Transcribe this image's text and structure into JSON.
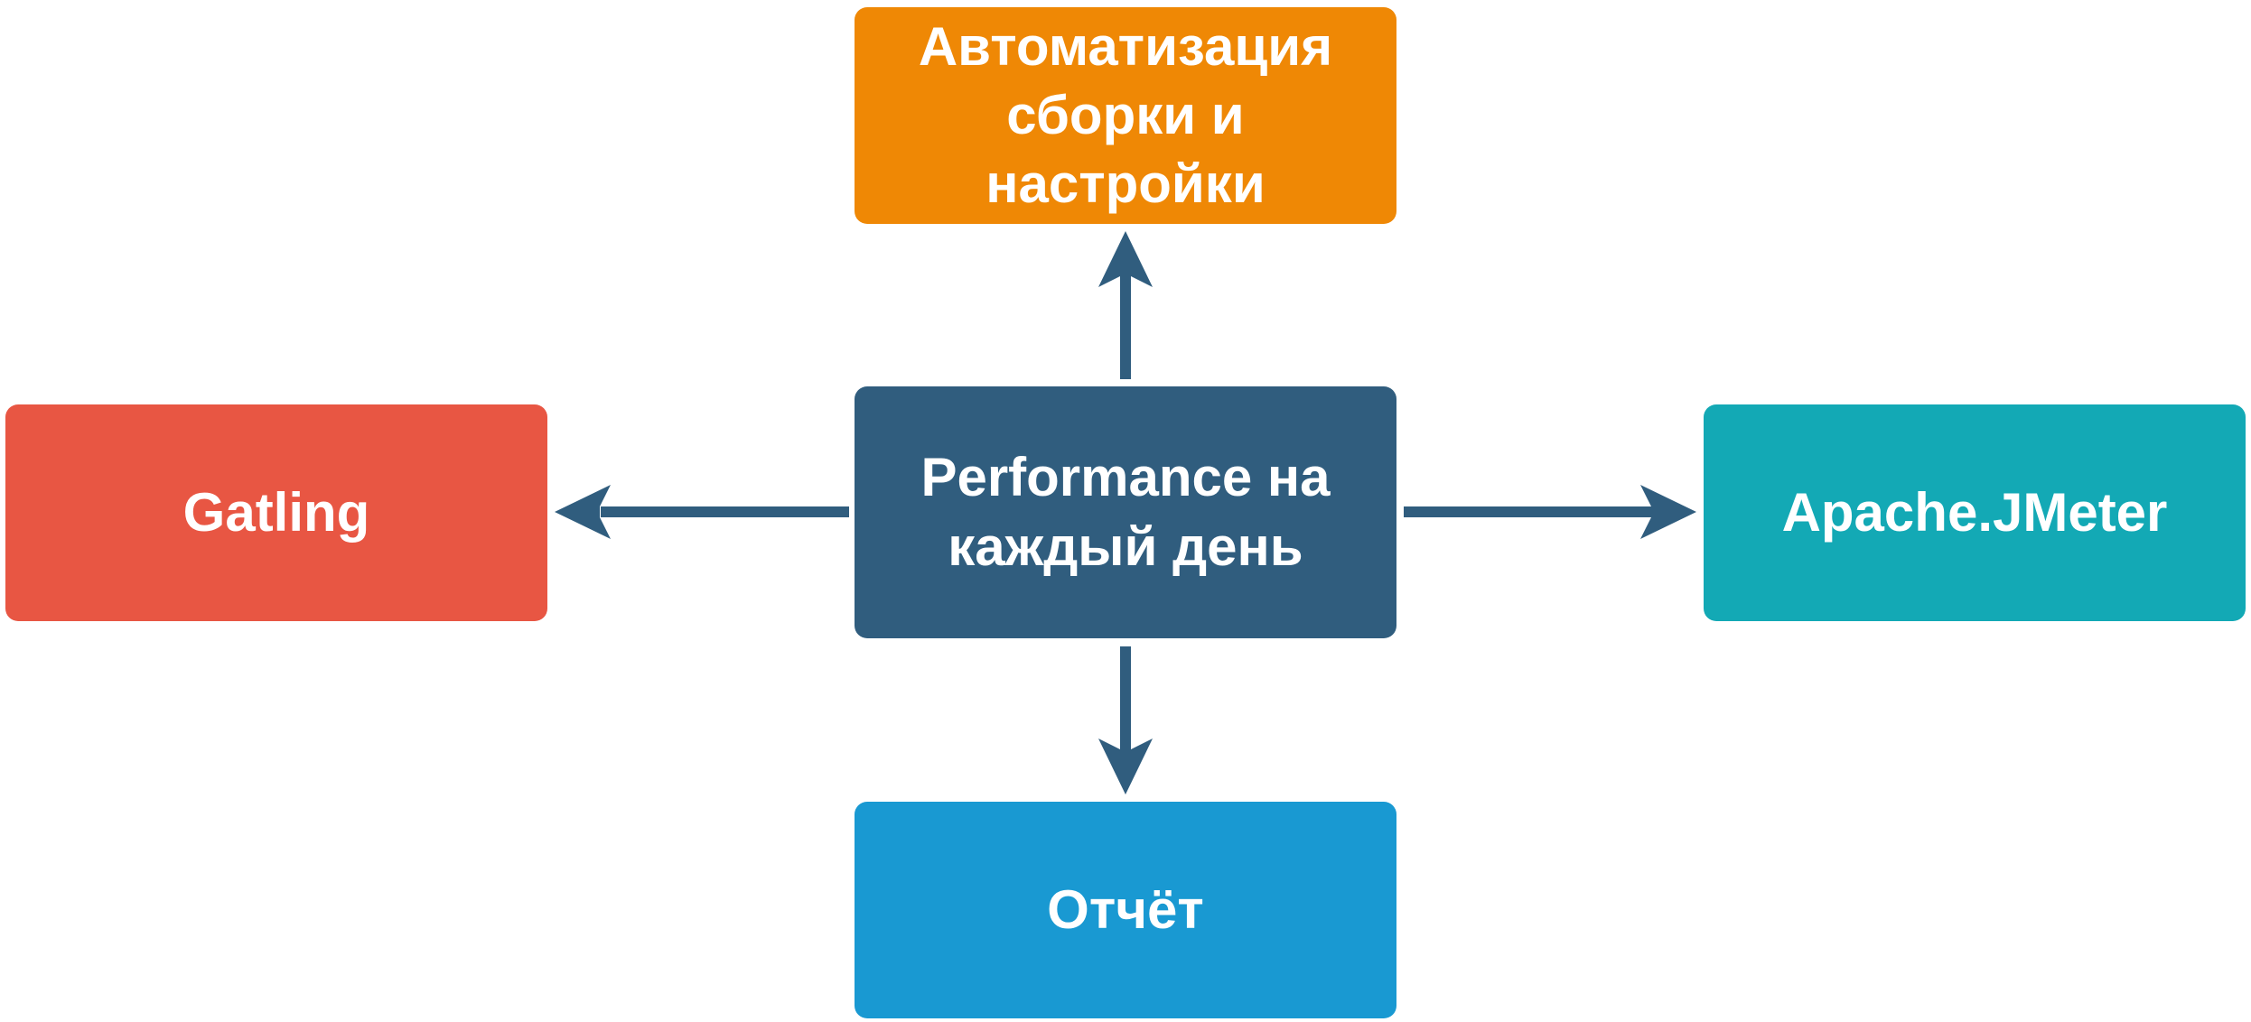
{
  "diagram": {
    "center": {
      "label": "Performance на\nкаждый день",
      "color": "#305d7e"
    },
    "top": {
      "label": "Автоматизация\nсборки и\nнастройки",
      "color": "#ef8805"
    },
    "left": {
      "label": "Gatling",
      "color": "#e85643"
    },
    "right": {
      "label": "Apache.JMeter",
      "color": "#13a9b5"
    },
    "bottom": {
      "label": "Отчёт",
      "color": "#1999d2"
    },
    "arrow_color": "#305d7e"
  }
}
